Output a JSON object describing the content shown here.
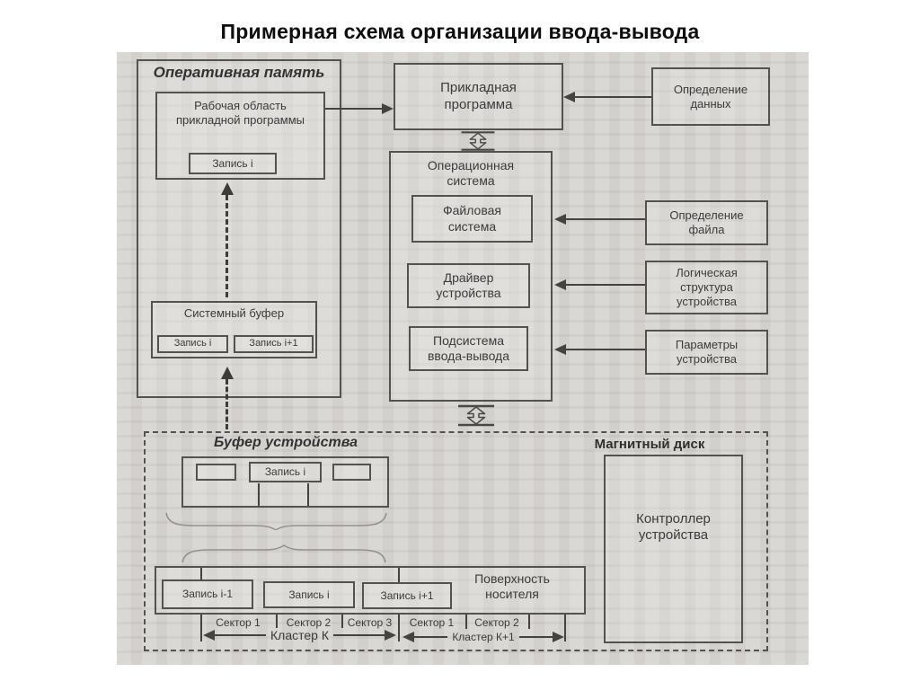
{
  "title": "Примерная схема организации ввода-вывода",
  "colors": {
    "page_bg": "#ffffff",
    "scan_bg": "#d7d4d0",
    "line": "#45433f",
    "text": "#3b3b3b"
  },
  "ram": {
    "title": "Оперативная память",
    "work_area_label": "Рабочая область\nприкладной программы",
    "record_label": "Запись i",
    "system_buffer": {
      "title": "Системный буфер",
      "records": [
        "Запись i",
        "Запись i+1"
      ]
    }
  },
  "center": {
    "app": "Прикладная\nпрограмма",
    "os": "Операционная\nсистема",
    "fs": "Файловая\nсистема",
    "driver": "Драйвер\nустройства",
    "io_subsystem": "Подсистема\nввода-вывода"
  },
  "right": {
    "data_def": "Определение\nданных",
    "file_def": "Определение\nфайла",
    "log_struct": "Логическая\nструктура\nустройства",
    "dev_params": "Параметры\nустройства"
  },
  "disk": {
    "section_title": "Магнитный диск",
    "device_buffer_title": "Буфер устройства",
    "device_buffer_record": "Запись i",
    "controller": "Контроллер\nустройства",
    "surface_label": "Поверхность\nносителя",
    "surface_records": [
      "Запись i-1",
      "Запись i",
      "Запись i+1"
    ],
    "sectors": [
      "Сектор 1",
      "Сектор 2",
      "Сектор 3",
      "Сектор 1",
      "Сектор 2"
    ],
    "clusters": [
      "Кластер К",
      "Кластер К+1"
    ]
  }
}
